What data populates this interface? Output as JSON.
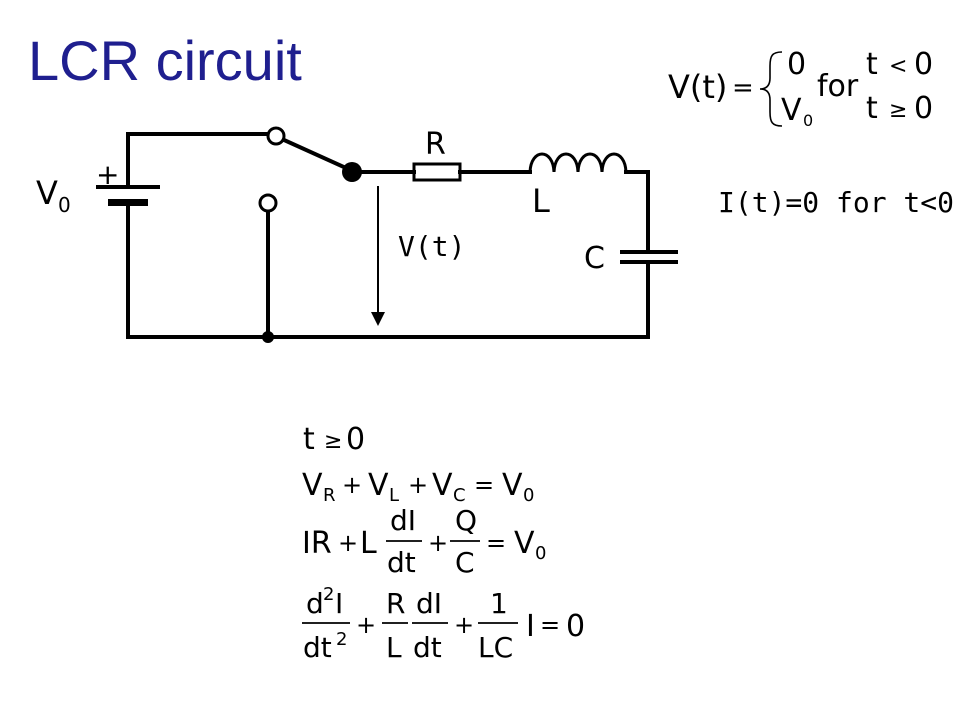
{
  "slide": {
    "title": "LCR circuit"
  },
  "circuit": {
    "source_label": "V",
    "source_sub": "0",
    "plus_sign": "+",
    "resistor_label": "R",
    "inductor_label": "L",
    "capacitor_label": "C",
    "voltage_arrow_label": "V(t)"
  },
  "definition": {
    "lhs": "V(t)",
    "equals": "=",
    "case1_value": "0",
    "case1_for": "for",
    "case1_cond_var": "t",
    "case1_cond_op": "<",
    "case1_cond_val": "0",
    "case2_value": "V",
    "case2_sub": "0",
    "case2_cond_var": "t",
    "case2_cond_op": "≥",
    "case2_cond_val": "0"
  },
  "initial_condition": "I(t)=0 for t<0",
  "equations": {
    "cond": {
      "var": "t",
      "op": "≥",
      "val": "0"
    },
    "kvl": {
      "VR": "V",
      "VR_sub": "R",
      "plus1": "+",
      "VL": "V",
      "VL_sub": "L",
      "plus2": "+",
      "VC": "V",
      "VC_sub": "C",
      "eq": "=",
      "V0": "V",
      "V0_sub": "0"
    },
    "first_order": {
      "IR": "IR",
      "plus1": "+",
      "L": "L",
      "dI": "dI",
      "dt": "dt",
      "plus2": "+",
      "Q": "Q",
      "C": "C",
      "eq": "=",
      "V0": "V",
      "V0_sub": "0"
    },
    "second_order": {
      "d2I_d": "d",
      "d2I_sup": "2",
      "d2I_I": "I",
      "dt2_dt": "dt",
      "dt2_sup": "2",
      "plus1": "+",
      "R": "R",
      "L": "L",
      "dI": "dI",
      "dt": "dt",
      "plus2": "+",
      "one": "1",
      "LC": "LC",
      "I": "I",
      "eq": "=",
      "zero": "0"
    }
  }
}
